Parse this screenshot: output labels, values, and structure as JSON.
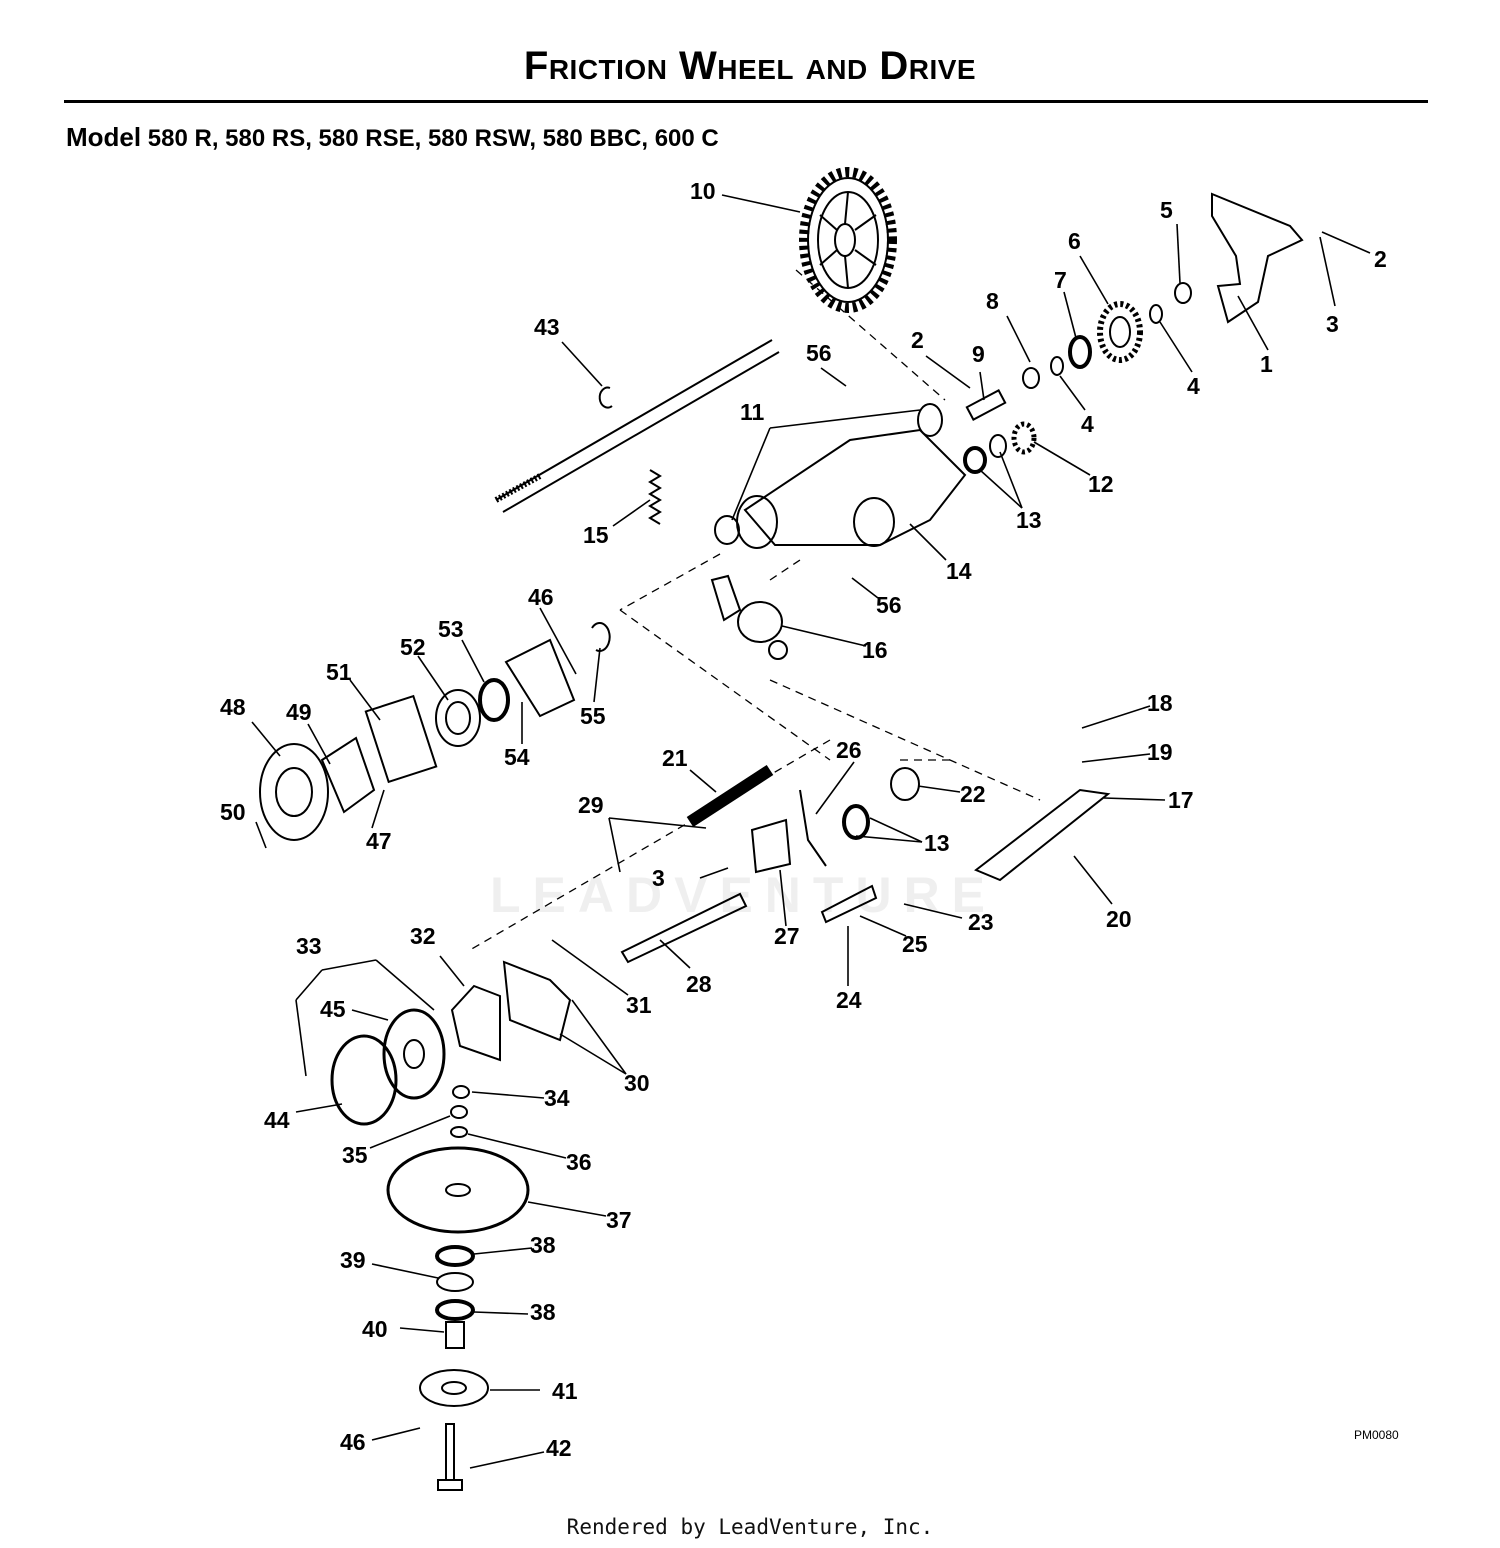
{
  "title": "Friction Wheel and Drive",
  "model_prefix": "Model",
  "models": "580 R, 580 RS, 580 RSE, 580 RSW, 580 BBC, 600 C",
  "diagram_code": "PM0080",
  "watermark": "LEADVENTURE",
  "footer": "Rendered by LeadVenture, Inc.",
  "callouts": [
    "1",
    "2",
    "2",
    "3",
    "3",
    "4",
    "4",
    "5",
    "6",
    "7",
    "8",
    "9",
    "10",
    "11",
    "12",
    "13",
    "13",
    "14",
    "15",
    "16",
    "17",
    "18",
    "19",
    "20",
    "21",
    "22",
    "23",
    "24",
    "25",
    "26",
    "27",
    "28",
    "29",
    "30",
    "31",
    "32",
    "33",
    "34",
    "35",
    "36",
    "37",
    "38",
    "38",
    "39",
    "40",
    "41",
    "42",
    "43",
    "44",
    "45",
    "46",
    "46",
    "47",
    "48",
    "49",
    "50",
    "51",
    "52",
    "53",
    "54",
    "55",
    "56",
    "56"
  ]
}
